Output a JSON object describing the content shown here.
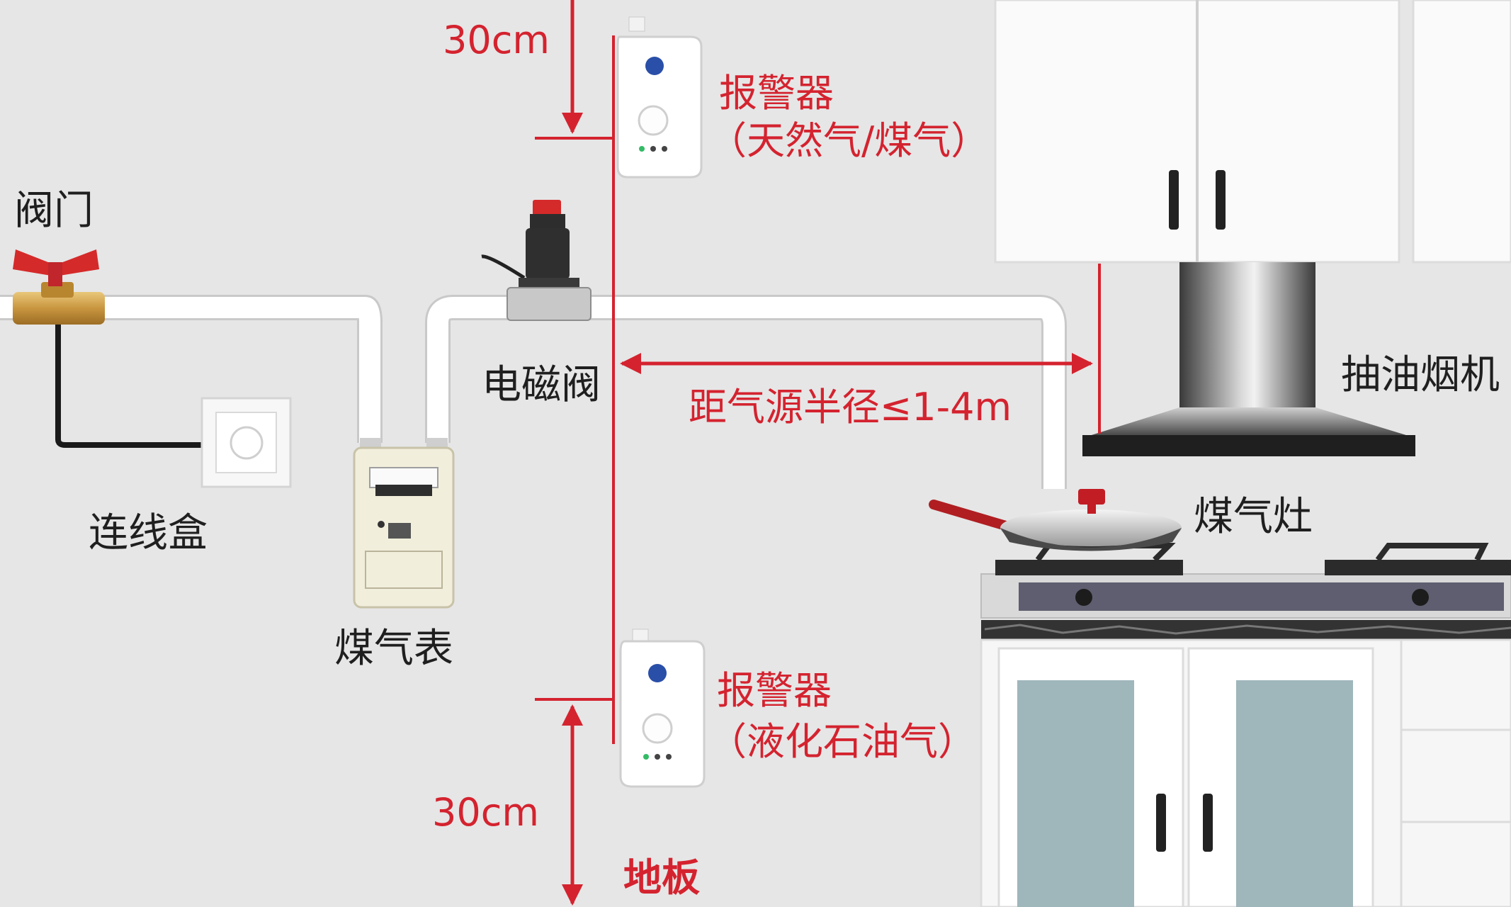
{
  "labels": {
    "valve": "阀门",
    "junction_box": "连线盒",
    "gas_meter": "煤气表",
    "solenoid_valve": "电磁阀",
    "range_hood": "抽油烟机",
    "gas_stove": "煤气灶",
    "alarm_top_title": "报警器",
    "alarm_top_subtitle": "（天然气/煤气）",
    "alarm_bottom_title": "报警器",
    "alarm_bottom_subtitle": "（液化石油气）",
    "dim_top": "30cm",
    "dim_bottom": "30cm",
    "dim_distance": "距气源半径≤1-4m",
    "floor": "地板"
  },
  "colors": {
    "background": "#e6e6e6",
    "accent_red": "#d4232f",
    "pipe": "#ffffff",
    "cabinet": "#fafafa",
    "cabinet_glass": "#9fb6bb",
    "hood_steel": "#5a5a5a",
    "stove_dark": "#2b2b2b"
  },
  "icons": {
    "valve": "ball-valve-icon",
    "solenoid": "solenoid-valve-icon",
    "meter": "gas-meter-icon",
    "socket": "junction-box-icon",
    "alarm": "gas-alarm-icon",
    "hood": "range-hood-icon",
    "stove": "gas-stove-icon",
    "pan": "frying-pan-icon"
  }
}
